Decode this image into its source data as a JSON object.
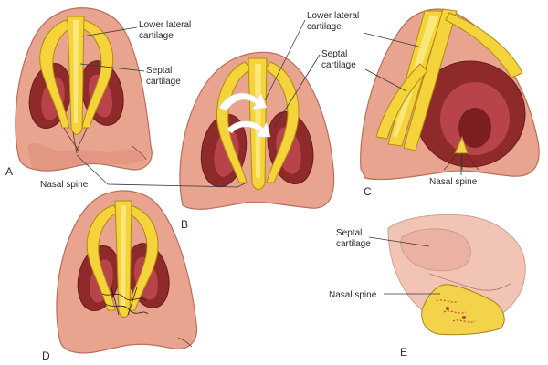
{
  "labels": {
    "lower_lateral_cartilage_a": "Lower lateral\ncartilage",
    "septal_cartilage_a": "Septal\ncartilage",
    "lower_lateral_cartilage_b": "Lower lateral\ncartilage",
    "septal_cartilage_b": "Septal\ncartilage",
    "nasal_spine_ab": "Nasal spine",
    "nasal_spine_c": "Nasal spine",
    "septal_cartilage_e": "Septal\ncartilage",
    "nasal_spine_e": "Nasal spine"
  },
  "panels": {
    "a": "A",
    "b": "B",
    "c": "C",
    "d": "D",
    "e": "E"
  }
}
